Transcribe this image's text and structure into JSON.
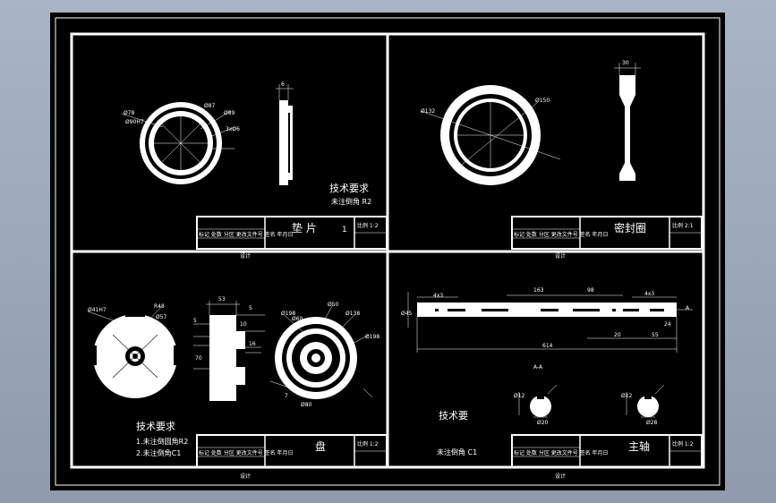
{
  "panels": {
    "top_left": {
      "part_name": "垫 片",
      "count": "1",
      "scale": "比例 1:2",
      "tech_title": "技术要求",
      "tech_note": "未注倒角 R2",
      "dims": [
        "Ø78",
        "Ø87",
        "Ø89",
        "Ø90H7",
        "3xØ6",
        "6"
      ],
      "cols": "标记 处数 分区 更改文件号 签名 年月日",
      "footer": "设计"
    },
    "top_right": {
      "part_name": "密封圈",
      "scale": "比例 2:1",
      "dims": [
        "Ø150",
        "Ø132",
        "30"
      ],
      "cols": "标记 处数 分区 更改文件号 签名 年月日",
      "footer": "设计"
    },
    "bottom_left": {
      "part_name": "盘",
      "scale": "比例 1:2",
      "tech_title": "技术要求",
      "tech_notes": [
        "1.未注倒圆角R2",
        "2.未注倒角C1"
      ],
      "dims": [
        "Ø41H7",
        "R48",
        "Ø57",
        "53",
        "5",
        "10",
        "5",
        "16",
        "70",
        "Ø60",
        "Ø50",
        "Ø138",
        "Ø198",
        "Ø80",
        "7"
      ],
      "cols": "标记 处数 分区 更改文件号 签名 年月日",
      "footer": "设计"
    },
    "bottom_right": {
      "part_name": "主轴",
      "scale": "比例 1:2",
      "tech_title": "技术要",
      "tech_note": "未注倒角 C1",
      "dims": [
        "4x3",
        "163",
        "98",
        "4x3",
        "A",
        "614",
        "20",
        "55",
        "24",
        "A-A",
        "Ø12",
        "Ø20",
        "Ø12",
        "Ø28",
        "Ø45"
      ],
      "cols": "标记 处数 分区 更改文件号 签名 年月日",
      "footer": "设计"
    }
  }
}
